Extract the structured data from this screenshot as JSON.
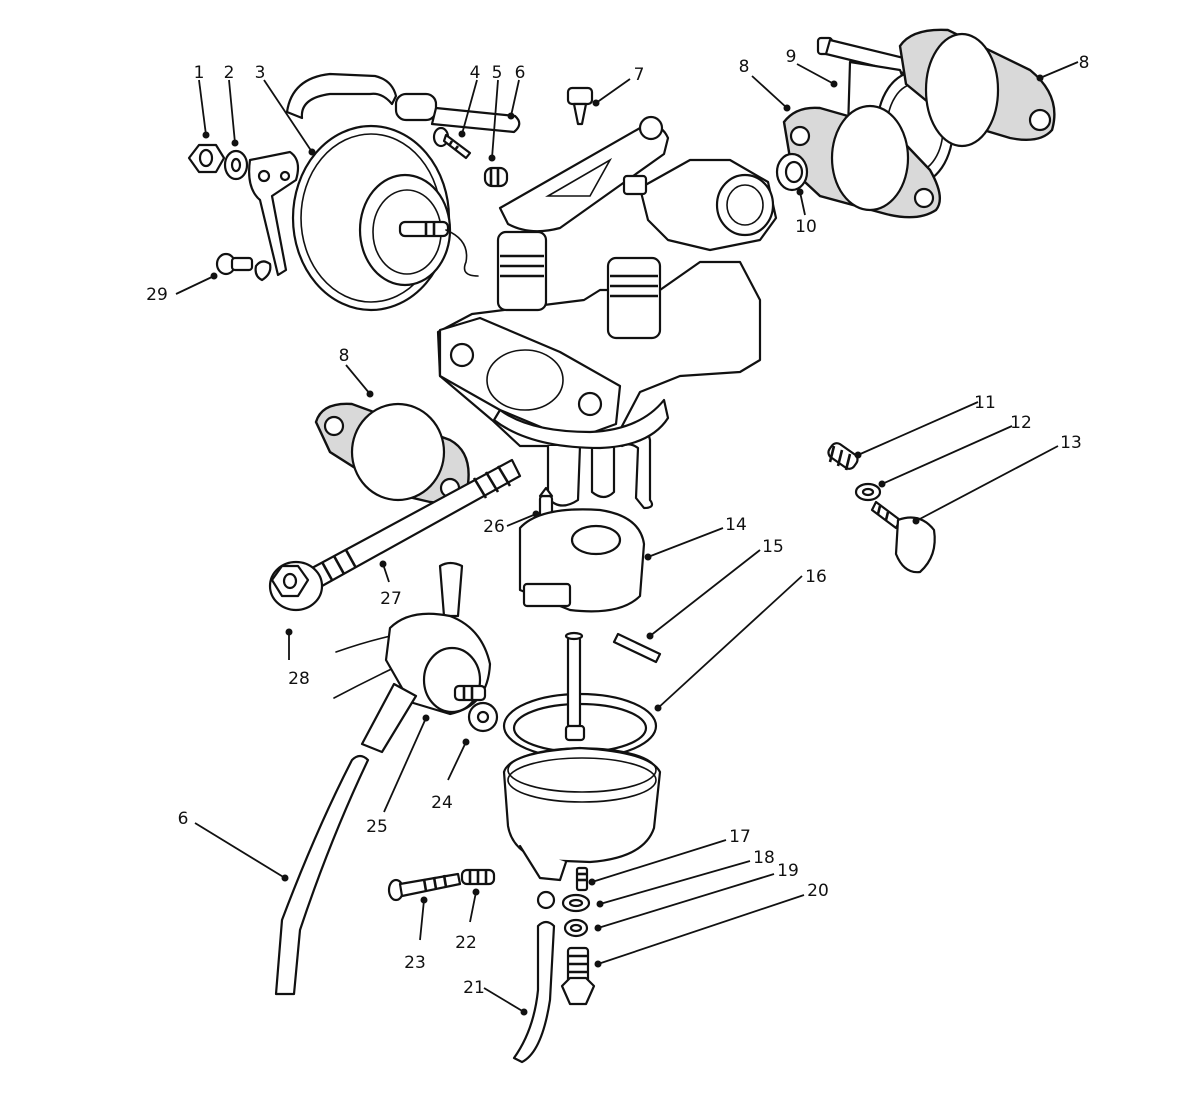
{
  "diagram": {
    "callouts": [
      {
        "id": "c1",
        "label": "1"
      },
      {
        "id": "c2",
        "label": "2"
      },
      {
        "id": "c3",
        "label": "3"
      },
      {
        "id": "c4",
        "label": "4"
      },
      {
        "id": "c5",
        "label": "5"
      },
      {
        "id": "c6a",
        "label": "6"
      },
      {
        "id": "c7",
        "label": "7"
      },
      {
        "id": "c8a",
        "label": "8"
      },
      {
        "id": "c9",
        "label": "9"
      },
      {
        "id": "c8b",
        "label": "8"
      },
      {
        "id": "c10",
        "label": "10"
      },
      {
        "id": "c29",
        "label": "29"
      },
      {
        "id": "c8c",
        "label": "8"
      },
      {
        "id": "c11",
        "label": "11"
      },
      {
        "id": "c12",
        "label": "12"
      },
      {
        "id": "c13",
        "label": "13"
      },
      {
        "id": "c26",
        "label": "26"
      },
      {
        "id": "c14",
        "label": "14"
      },
      {
        "id": "c15",
        "label": "15"
      },
      {
        "id": "c16",
        "label": "16"
      },
      {
        "id": "c27",
        "label": "27"
      },
      {
        "id": "c28",
        "label": "28"
      },
      {
        "id": "c24",
        "label": "24"
      },
      {
        "id": "c25",
        "label": "25"
      },
      {
        "id": "c6b",
        "label": "6"
      },
      {
        "id": "c17",
        "label": "17"
      },
      {
        "id": "c18",
        "label": "18"
      },
      {
        "id": "c19",
        "label": "19"
      },
      {
        "id": "c20",
        "label": "20"
      },
      {
        "id": "c22",
        "label": "22"
      },
      {
        "id": "c23",
        "label": "23"
      },
      {
        "id": "c21",
        "label": "21"
      }
    ]
  }
}
